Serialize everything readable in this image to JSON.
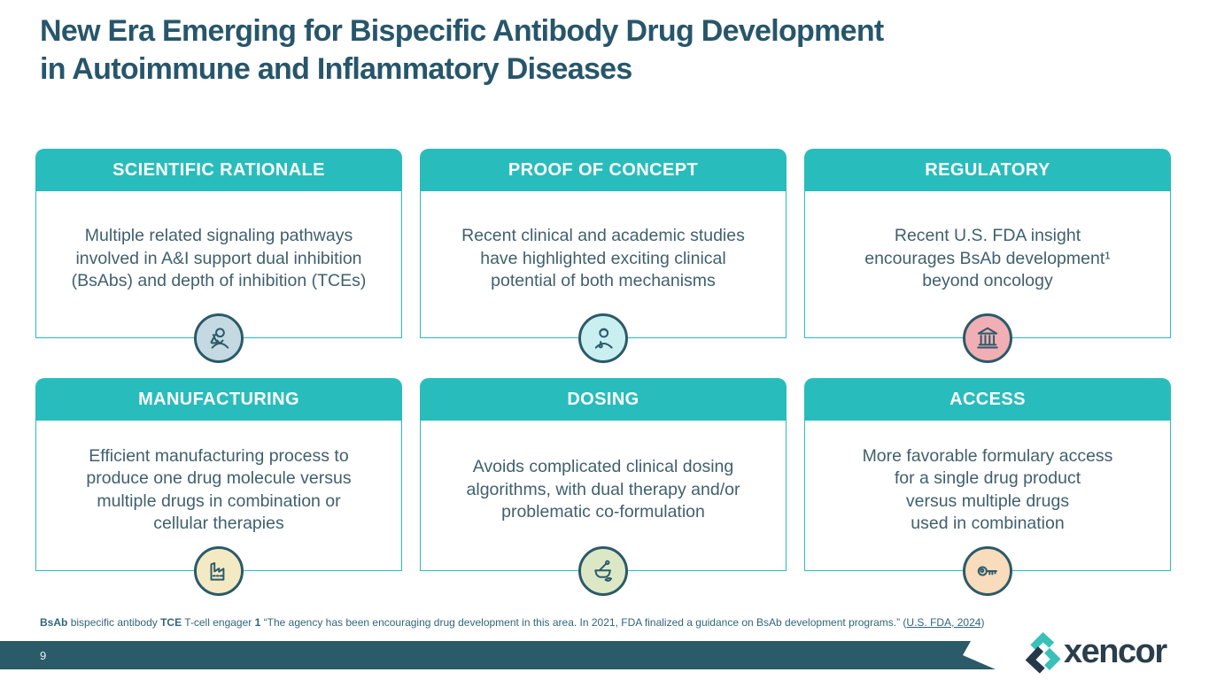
{
  "slide": {
    "title": "New Era Emerging for Bispecific Antibody Drug Development\nin Autoimmune and Inflammatory Diseases",
    "page_number": "9",
    "logo_text": "xencor"
  },
  "colors": {
    "title_text": "#27566B",
    "card_header_teal": "#29BCBC",
    "body_text": "#40606E",
    "bottom_bar": "#2B5A69",
    "footnote_text": "#31657B",
    "logo_teal": "#38C1B9",
    "logo_dark": "#24384A"
  },
  "cards": [
    {
      "header": "SCIENTIFIC RATIONALE",
      "body": "Multiple related signaling pathways\ninvolved in A&I support dual inhibition\n(BsAbs) and depth of inhibition (TCEs)",
      "icon": "scientist-icon",
      "icon_bg": "#C5D9E2"
    },
    {
      "header": "PROOF OF CONCEPT",
      "body": "Recent clinical and academic studies\nhave highlighted exciting clinical\npotential of both mechanisms",
      "icon": "doctor-icon",
      "icon_bg": "#C9EFF1"
    },
    {
      "header": "REGULATORY",
      "body": "Recent U.S. FDA insight\nencourages BsAb development¹\nbeyond oncology",
      "icon": "bank-icon",
      "icon_bg": "#F1AFB5"
    },
    {
      "header": "MANUFACTURING",
      "body": "Efficient manufacturing process to\nproduce one drug molecule versus\nmultiple drugs in combination or\ncellular therapies",
      "icon": "factory-icon",
      "icon_bg": "#F3EAC3"
    },
    {
      "header": "DOSING",
      "body": "Avoids complicated clinical dosing\nalgorithms, with dual therapy and/or\nproblematic co-formulation",
      "icon": "mortar-pestle-icon",
      "icon_bg": "#DCE8C5"
    },
    {
      "header": "ACCESS",
      "body": "More favorable formulary access\nfor a single drug product\nversus multiple drugs\nused in combination",
      "icon": "key-icon",
      "icon_bg": "#F8DCBC"
    }
  ],
  "footnote": {
    "term1": "BsAb",
    "def1": "bispecific antibody",
    "term2": "TCE",
    "def2": "T-cell engager",
    "ref_marker": "1",
    "quote": "“The agency has been encouraging drug development in this area. In 2021, FDA finalized a guidance on BsAb development programs.” (",
    "link_text": "U.S. FDA, 2024",
    "after_link": ")"
  }
}
